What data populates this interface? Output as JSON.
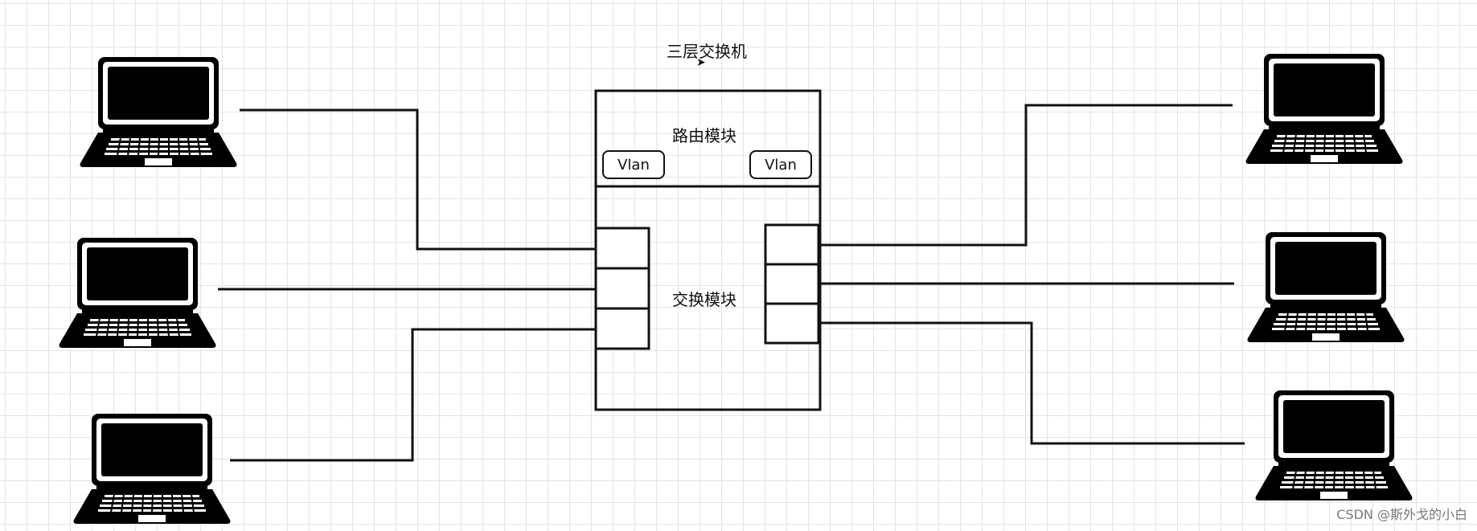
{
  "title": "三层交换机",
  "routing_module": {
    "label": "路由模块",
    "vlan_left": "Vlan",
    "vlan_right": "Vlan"
  },
  "switching_module": {
    "label": "交换模块"
  },
  "watermark": "CSDN @斯外戈的小白",
  "colors": {
    "line": "#111111",
    "grid": "#e4e4e4",
    "background": "#ffffff"
  },
  "icons": {
    "laptop": "laptop-icon",
    "cursor": "mouse-cursor-icon"
  }
}
